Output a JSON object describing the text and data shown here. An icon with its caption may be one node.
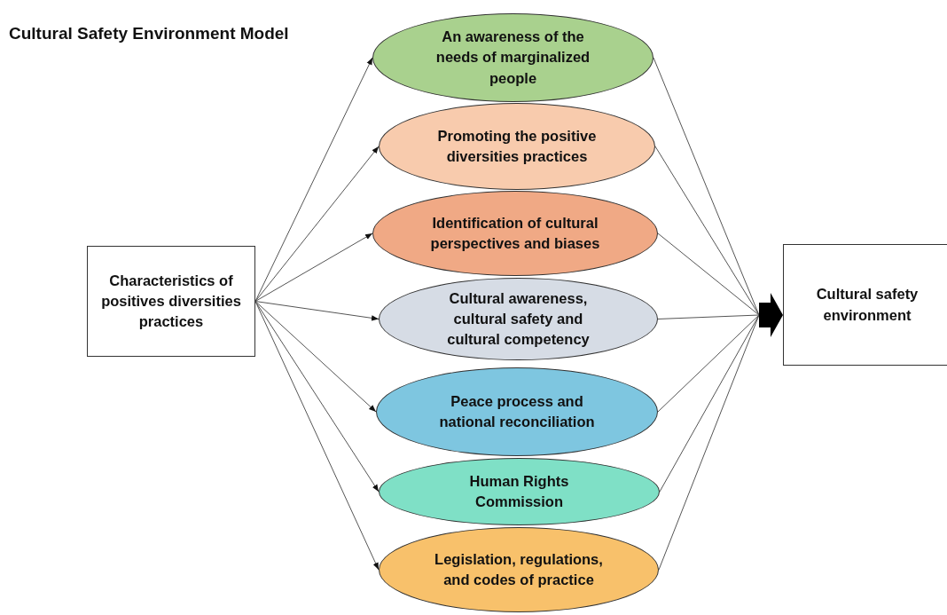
{
  "diagram": {
    "title": "Cultural Safety Environment Model",
    "nodes": [
      {
        "text": [
          "Characteristics of positives diversities practices"
        ]
      },
      {
        "text": [
          "An awareness of the needs of marginalized people"
        ]
      },
      {
        "text": [
          "Promoting the positive diversities practices"
        ]
      },
      {
        "text": [
          "Identification of cultural perspectives and biases"
        ]
      },
      {
        "text": [
          "Cultural awareness, cultural safety and cultural competency"
        ]
      },
      {
        "text": [
          "Peace process and national reconciliation"
        ]
      },
      {
        "text": [
          "Human Rights Commission"
        ]
      },
      {
        "text": [
          "Legislation, regulations, and codes of practice"
        ]
      },
      {
        "text": [],
        "shape": "arrow"
      },
      {
        "text": [
          "Cultural safety environment"
        ]
      }
    ],
    "edges": [
      {
        "from": 0,
        "to": 1,
        "arrow": "to"
      },
      {
        "from": 0,
        "to": 2,
        "arrow": "to"
      },
      {
        "from": 0,
        "to": 3,
        "arrow": "to"
      },
      {
        "from": 0,
        "to": 4,
        "arrow": "to"
      },
      {
        "from": 0,
        "to": 5,
        "arrow": "to"
      },
      {
        "from": 0,
        "to": 6,
        "arrow": "to"
      },
      {
        "from": 0,
        "to": 7,
        "arrow": "to"
      },
      {
        "from": 1,
        "to": 8,
        "arrow": "none"
      },
      {
        "from": 2,
        "to": 8,
        "arrow": "none"
      },
      {
        "from": 3,
        "to": 8,
        "arrow": "none"
      },
      {
        "from": 4,
        "to": 8,
        "arrow": "none"
      },
      {
        "from": 5,
        "to": 8,
        "arrow": "none"
      },
      {
        "from": 6,
        "to": 8,
        "arrow": "none"
      },
      {
        "from": 7,
        "to": 8,
        "arrow": "none"
      }
    ]
  }
}
